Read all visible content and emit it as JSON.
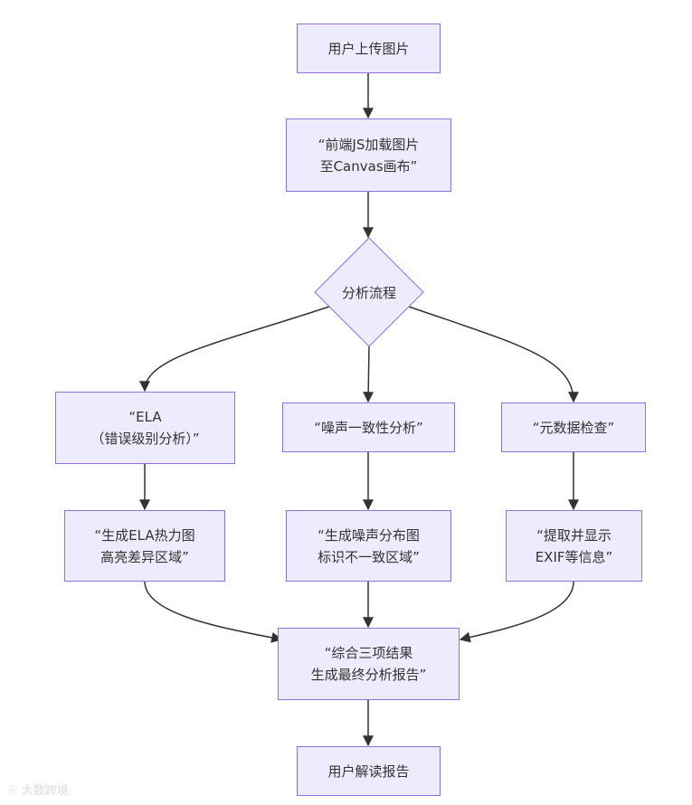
{
  "diagram": {
    "colors": {
      "node_fill": "#ececfe",
      "node_stroke": "#9370db",
      "edge": "#333333",
      "text": "#333333"
    },
    "nodes": {
      "upload": "用户上传图片",
      "load": "“前端JS加载图片\n至Canvas画布”",
      "flow": "分析流程",
      "ela": "“ELA\n（错误级别分析）”",
      "noise": "“噪声一致性分析”",
      "meta": "“元数据检查”",
      "ela_heat": "“生成ELA热力图\n高亮差异区域”",
      "noise_map": "“生成噪声分布图\n标识不一致区域”",
      "exif": "“提取并显示\nEXIF等信息”",
      "combine": "“综合三项结果\n生成最终分析报告”",
      "read": "用户解读报告"
    }
  },
  "watermark": {
    "text": "大数跨境",
    "icon": "logo-icon"
  }
}
